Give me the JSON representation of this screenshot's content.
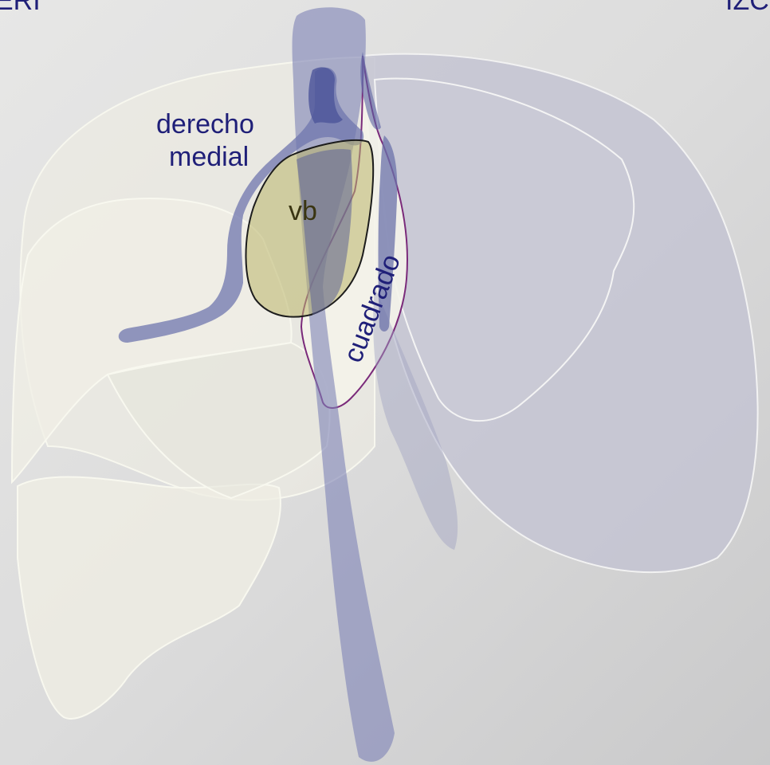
{
  "labels": {
    "corner_left": "ERI",
    "corner_right": "IZC",
    "derecho": "derecho",
    "medial": "medial",
    "vb": "vb",
    "cuadrado": "cuadrado"
  },
  "colors": {
    "background": "#dcdcdc",
    "right_lobe_fill": "#ebeae0",
    "left_lobe_fill": "#c4c4d2",
    "vessel_fill": "#7a7fb3",
    "vessel_dark": "#4c559a",
    "gallbladder_fill": "#b9b56a",
    "quadrate_outline": "#7a2a7a",
    "text": "#1f1f78"
  }
}
